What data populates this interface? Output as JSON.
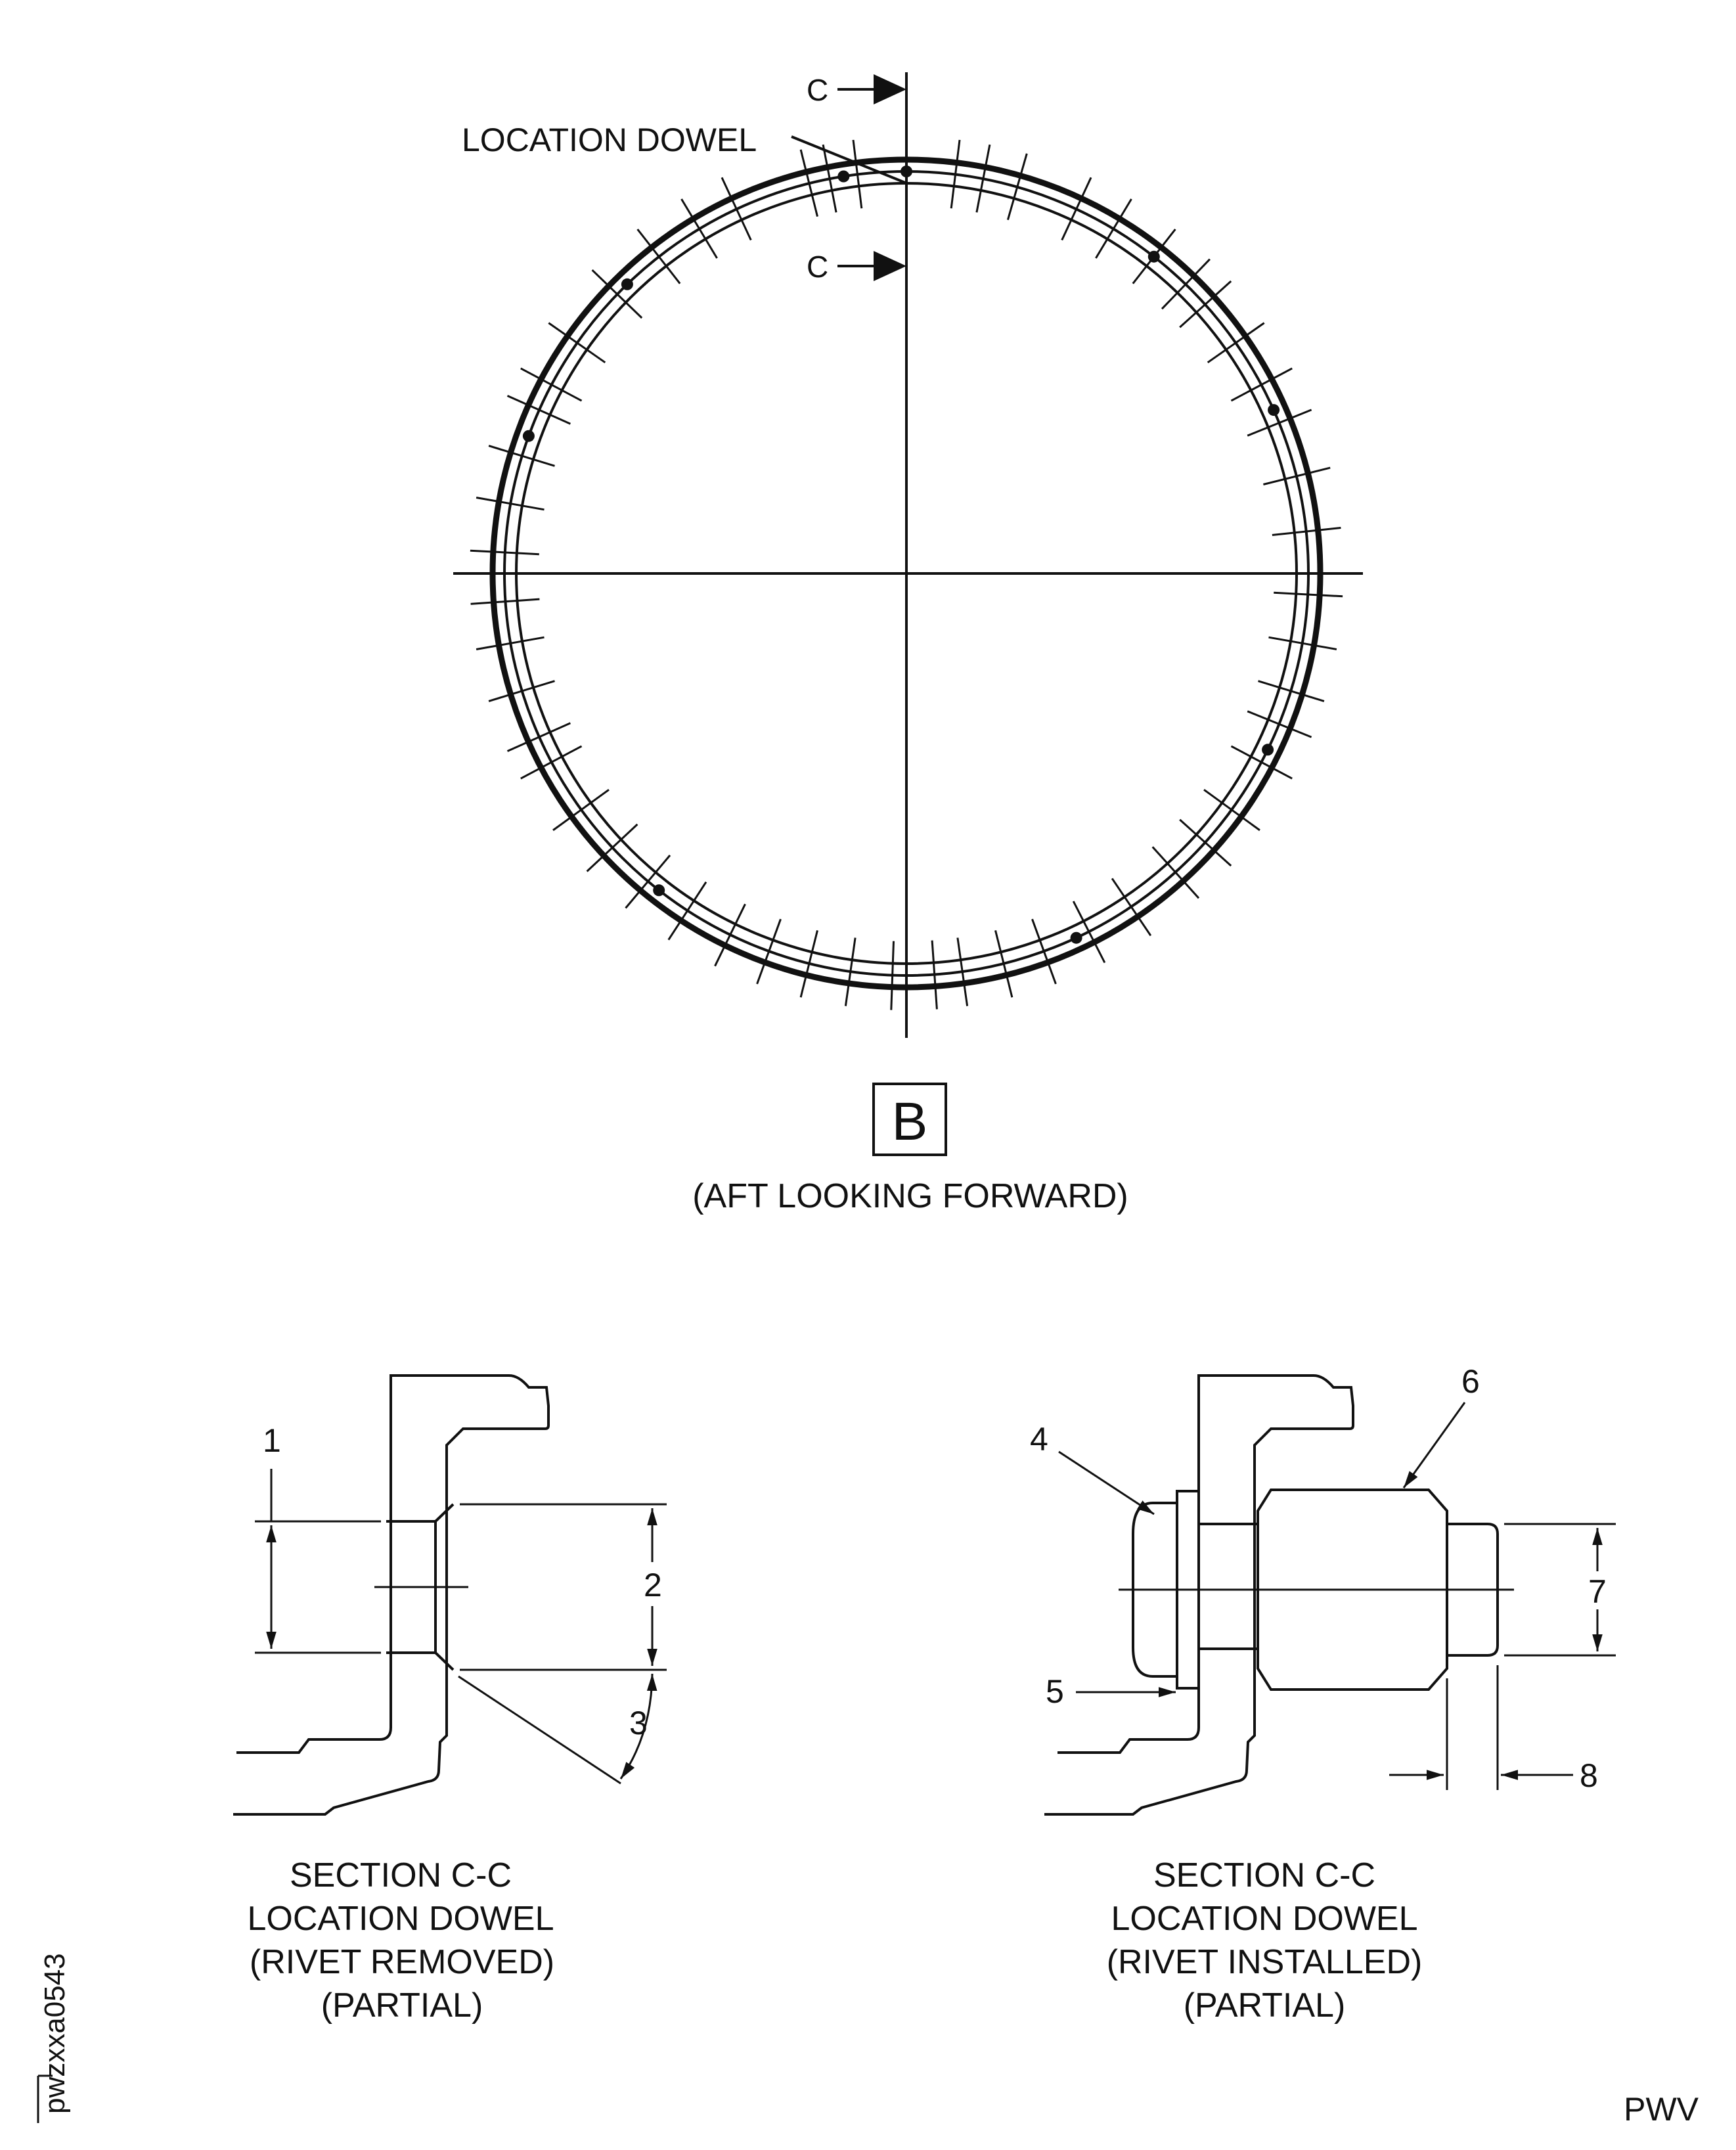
{
  "view": {
    "view_letter": "B",
    "view_caption": "(AFT LOOKING FORWARD)",
    "dowel_label": "LOCATION DOWEL",
    "section_marker_top": "C",
    "section_marker_bottom": "C"
  },
  "section_left": {
    "callouts": {
      "c1": "1",
      "c2": "2",
      "c3": "3"
    },
    "caption": {
      "line1": "SECTION C-C",
      "line2": "LOCATION DOWEL",
      "line3": "(RIVET REMOVED)",
      "line4": "(PARTIAL)"
    }
  },
  "section_right": {
    "callouts": {
      "c4": "4",
      "c5": "5",
      "c6": "6",
      "c7": "7",
      "c8": "8"
    },
    "caption": {
      "line1": "SECTION C-C",
      "line2": "LOCATION DOWEL",
      "line3": "(RIVET INSTALLED)",
      "line4": "(PARTIAL)"
    }
  },
  "figure_id": "pwzxxa0543",
  "corner_mark": "PWV"
}
